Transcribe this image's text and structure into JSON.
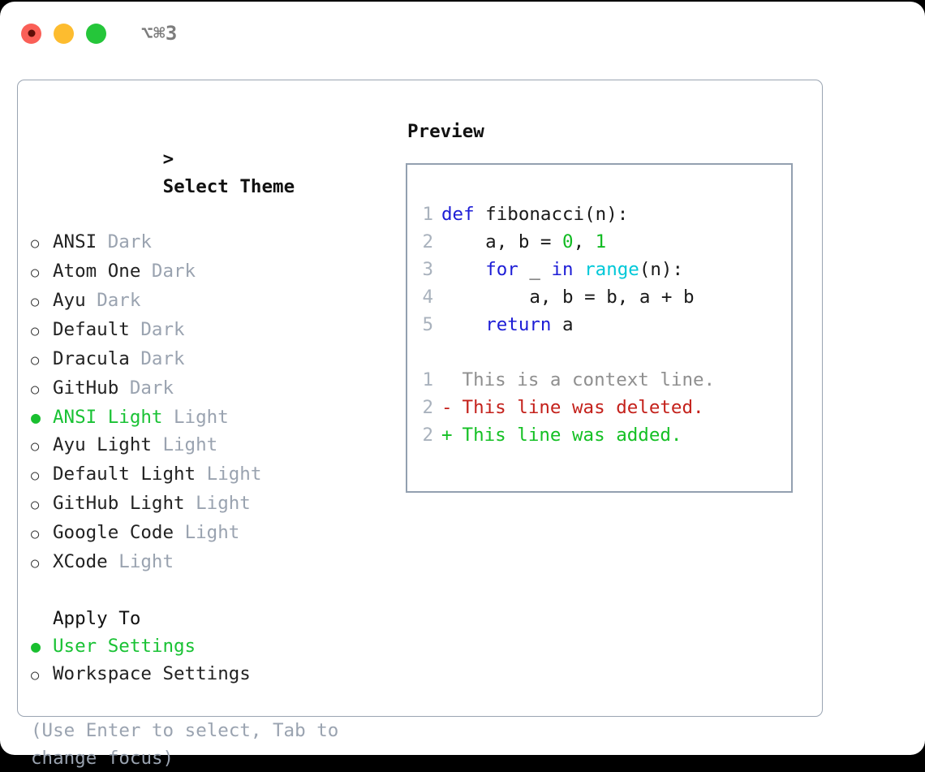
{
  "window": {
    "title": "⌥⌘3",
    "controls": [
      {
        "name": "close",
        "color": "#fa5f57"
      },
      {
        "name": "minimize",
        "color": "#fdbc2f"
      },
      {
        "name": "zoom",
        "color": "#25c63a"
      }
    ]
  },
  "theme_picker": {
    "caret": ">",
    "heading": "Select Theme",
    "bullet_unselected": "○",
    "bullet_selected": "●",
    "items": [
      {
        "name": "ANSI",
        "category": "Dark",
        "selected": false
      },
      {
        "name": "Atom One",
        "category": "Dark",
        "selected": false
      },
      {
        "name": "Ayu",
        "category": "Dark",
        "selected": false
      },
      {
        "name": "Default",
        "category": "Dark",
        "selected": false
      },
      {
        "name": "Dracula",
        "category": "Dark",
        "selected": false
      },
      {
        "name": "GitHub",
        "category": "Dark",
        "selected": false
      },
      {
        "name": "ANSI Light",
        "category": "Light",
        "selected": true
      },
      {
        "name": "Ayu Light",
        "category": "Light",
        "selected": false
      },
      {
        "name": "Default Light",
        "category": "Light",
        "selected": false
      },
      {
        "name": "GitHub Light",
        "category": "Light",
        "selected": false
      },
      {
        "name": "Google Code",
        "category": "Light",
        "selected": false
      },
      {
        "name": "XCode",
        "category": "Light",
        "selected": false
      }
    ]
  },
  "apply_to": {
    "title": "Apply To",
    "items": [
      {
        "name": "User Settings",
        "selected": true
      },
      {
        "name": "Workspace Settings",
        "selected": false
      }
    ]
  },
  "hint": "(Use Enter to select, Tab to change focus)",
  "preview": {
    "heading": "Preview",
    "code_lines": [
      {
        "num": "1",
        "tokens": [
          {
            "t": "def",
            "c": "kw"
          },
          {
            "t": " fibonacci(n):",
            "c": "plain"
          }
        ]
      },
      {
        "num": "2",
        "tokens": [
          {
            "t": "    a, b = ",
            "c": "plain"
          },
          {
            "t": "0",
            "c": "num"
          },
          {
            "t": ", ",
            "c": "plain"
          },
          {
            "t": "1",
            "c": "num"
          }
        ]
      },
      {
        "num": "3",
        "tokens": [
          {
            "t": "    ",
            "c": "plain"
          },
          {
            "t": "for",
            "c": "kw"
          },
          {
            "t": " _ ",
            "c": "plain"
          },
          {
            "t": "in",
            "c": "kw"
          },
          {
            "t": " ",
            "c": "plain"
          },
          {
            "t": "range",
            "c": "fn"
          },
          {
            "t": "(n):",
            "c": "plain"
          }
        ]
      },
      {
        "num": "4",
        "tokens": [
          {
            "t": "        a, b = b, a + b",
            "c": "plain"
          }
        ]
      },
      {
        "num": "5",
        "tokens": [
          {
            "t": "    ",
            "c": "plain"
          },
          {
            "t": "return",
            "c": "kw"
          },
          {
            "t": " a",
            "c": "plain"
          }
        ]
      }
    ],
    "diff_lines": [
      {
        "num": "1",
        "sign": " ",
        "text": "This is a context line.",
        "kind": "ctx"
      },
      {
        "num": "2",
        "sign": "-",
        "text": "This line was deleted.",
        "kind": "del"
      },
      {
        "num": "2",
        "sign": "+",
        "text": "This line was added.",
        "kind": "add"
      }
    ]
  },
  "colors": {
    "accent_green": "#19c234",
    "muted": "#9aa3b0",
    "keyword_blue": "#1d1dd6",
    "function_cyan": "#00c8d8",
    "number_green": "#11bb22",
    "diff_deleted": "#c4211b",
    "diff_added": "#14c024",
    "border": "#9aa4b2"
  }
}
